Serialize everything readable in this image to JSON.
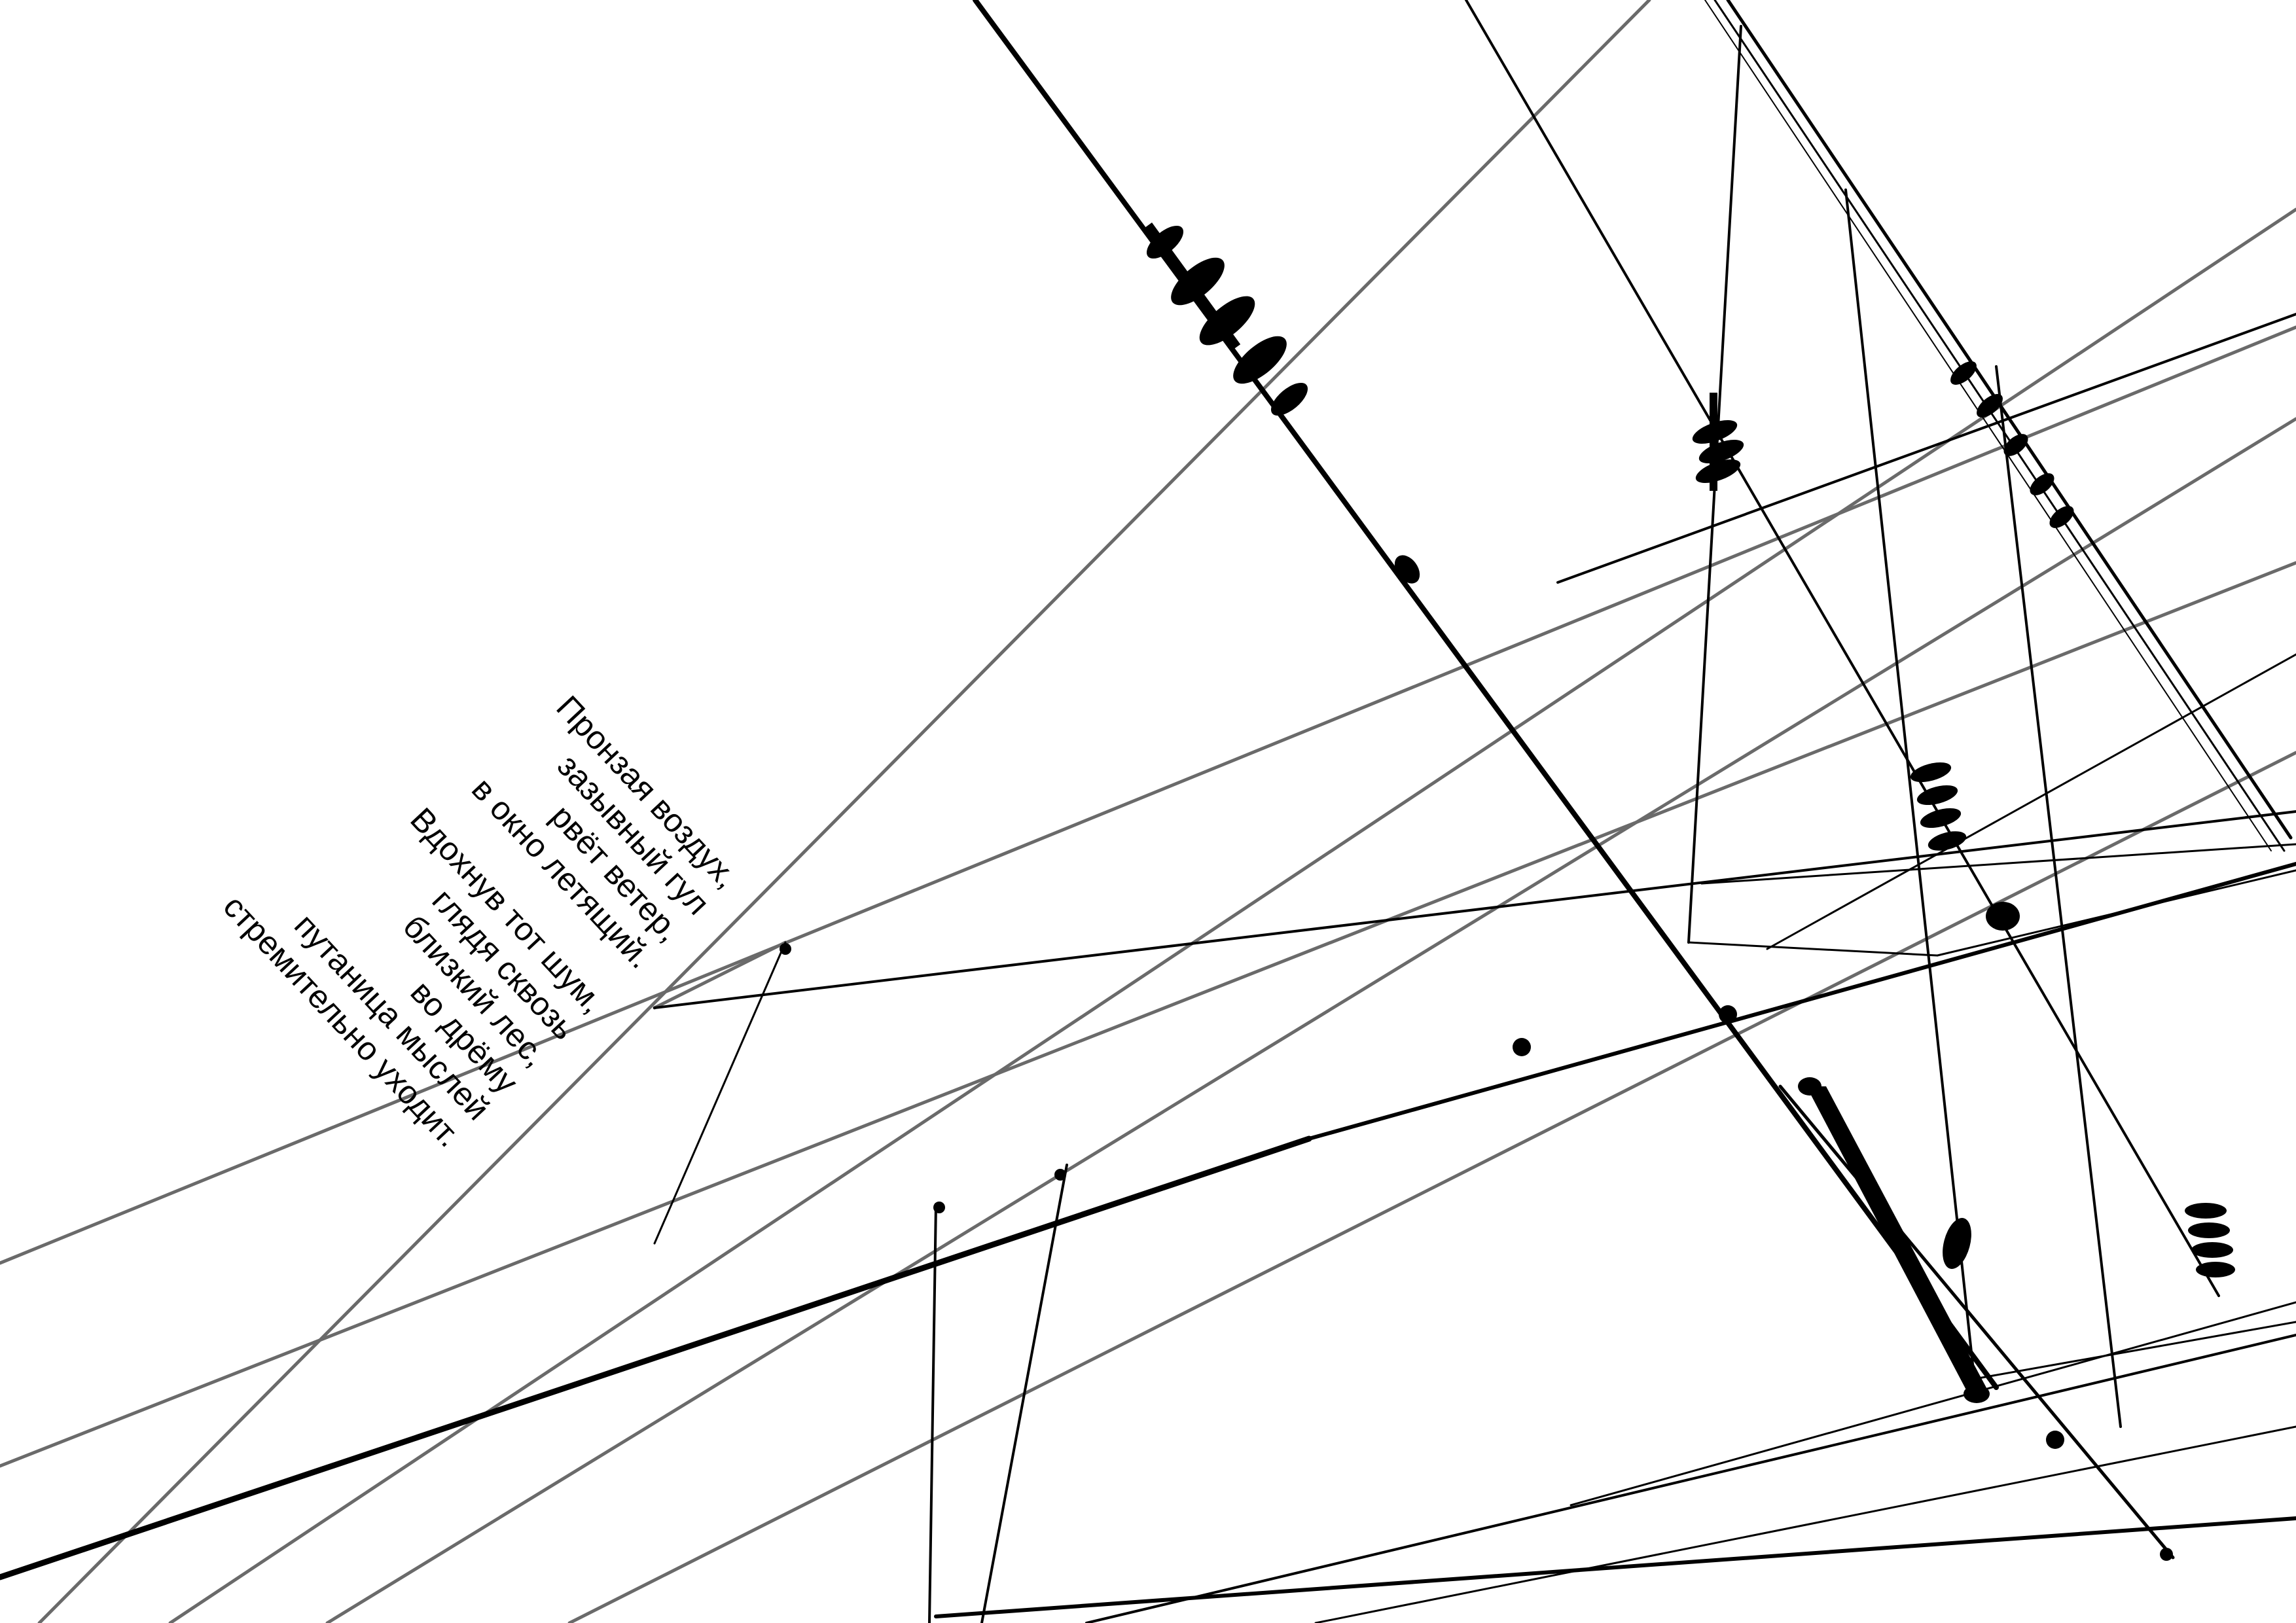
{
  "poem": {
    "stanzas": [
      {
        "lines": [
          "Пронзая воздух,",
          "зазывный гул",
          "рвёт ветер,",
          "в окно летящий."
        ]
      },
      {
        "lines": [
          "Вдохнув тот шум,",
          "глядя сквозь",
          "близкий лес,",
          "во дрёму",
          "путаница мыслей",
          "стремительно уходит."
        ]
      }
    ]
  }
}
